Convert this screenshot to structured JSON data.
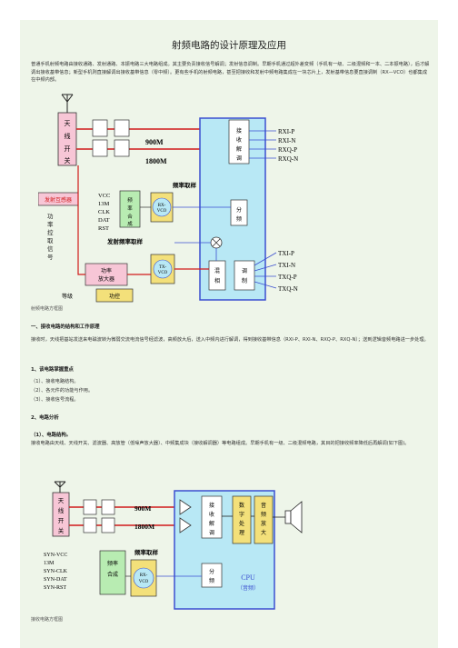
{
  "doc": {
    "title": "射频电路的设计原理及应用",
    "intro": "普通手机射频电路由接收通路、发射通路、本振电路三大电路组成。其主要负责接收信号解调；发射信息调制。早期手机通过超外差变频（手机有一级、二级混频和一本、二本振电路），后才解调出接收基带信息；新型手机则直接解调出接收基带信息（零中频）。更有些手机的射频电路，甚至把接收和发射中频电路集成在一块芯片上，发射基带信息要直接调制（RX—VCO）也都集成在中频内部。",
    "caption1": "射频电路方框图",
    "sec1": "一、接收电路的结构和工作原理",
    "sec1_text": "接收时，天线把基站发送来电磁波转为微弱交流电流信号经滤波，高频放大后，送入中频内进行解调，得到接收基带信息（RXI-P、RXI-N、RXQ-P、RXQ-N）；送到逻辑音频电路进一步处理。",
    "sec2": "1、该电路掌握重点",
    "items": [
      "（1）、接收电路结构。",
      "（2）、各元件的功能与作用。",
      "（3）、接收信号流程。"
    ],
    "sec3": "2、电路分析",
    "sec4": "（1）、电路结构。",
    "sec4_text": "接收电路由天线、天线开关、滤波器、高放管（低噪声放大器）、中频集成块（接收解调器）等电路组成。早期手机有一级、二级混频电路，其目的把接收频率降低后再解调(如下图)。",
    "caption2": "接收电路方框图"
  },
  "fig1": {
    "antenna_switch": "天线开关",
    "f900": "900M",
    "f1800": "1800M",
    "rx_demod": "接收解调",
    "rx_outputs": [
      "RXI-P",
      "RXI-N",
      "RXQ-P",
      "RXQ-N"
    ],
    "freq_synth": "频率合成",
    "rx_vco": "RX-VCO",
    "freq_label": "频率取样",
    "tx_mixer_label": "发射频率取样",
    "tx_vco": "TX-VCO",
    "divider": "分频",
    "mixer": "混频",
    "modulator": "调制",
    "tx_inputs": [
      "TXI-P",
      "TXI-N",
      "TXQ-P",
      "TXQ-N"
    ],
    "tx_detect": "发射互感器",
    "power_ctrl_v": "功率控制信号",
    "pa": "功率放大器",
    "pa_ctrl": "功控",
    "level": "等级",
    "ctrl_lines": [
      "VCC",
      "13M",
      "CLK",
      "DAT",
      "RST"
    ]
  },
  "fig2": {
    "antenna_switch": "天线开关",
    "f900": "900M",
    "f1800": "1800M",
    "rx_demod": "接收解调",
    "dsp": "数字处理",
    "audio_amp": "音频放大",
    "freq_synth": "频率合成",
    "rx_vco": "RX-VCO",
    "freq_label": "频率取样",
    "divider": "分频",
    "cpu": "CPU",
    "cpu_sub": "（音频）",
    "ctrl_lines": [
      "SYN-VCC",
      "13M",
      "SYN-CLK",
      "SYN-DAT",
      "SYN-RST"
    ]
  },
  "colors": {
    "page": "#eef5e9",
    "pink": "#f7c6d6",
    "green": "#b8ecb2",
    "yellow": "#f3e07a",
    "cyan": "#b8e8f5",
    "blue": "#3b4fd0",
    "red": "#d11a1a"
  }
}
